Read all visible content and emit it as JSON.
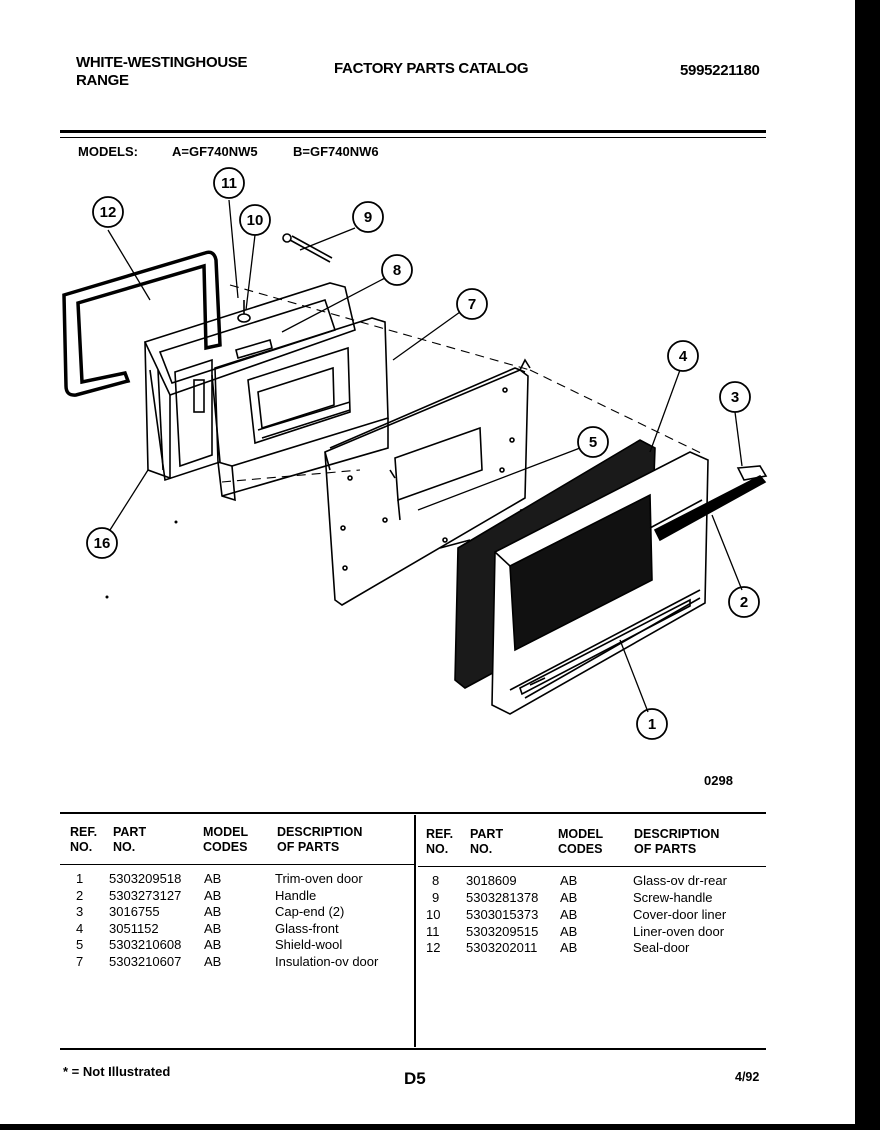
{
  "header": {
    "brand_line1": "WHITE-WESTINGHOUSE",
    "brand_line2": "RANGE",
    "catalog_title": "FACTORY PARTS CATALOG",
    "catalog_number": "5995221180"
  },
  "models": {
    "label": "MODELS:",
    "model_a": "A=GF740NW5",
    "model_b": "B=GF740NW6"
  },
  "diagram": {
    "code": "0298",
    "callouts": [
      "1",
      "2",
      "3",
      "4",
      "5",
      "7",
      "8",
      "9",
      "10",
      "11",
      "12",
      "16"
    ]
  },
  "table": {
    "headers": {
      "ref": [
        "REF.",
        "NO."
      ],
      "part": [
        "PART",
        "NO."
      ],
      "model": [
        "MODEL",
        "CODES"
      ],
      "desc": [
        "DESCRIPTION",
        "OF PARTS"
      ]
    },
    "left_rows": [
      {
        "ref": "1",
        "part": "5303209518",
        "codes": "AB",
        "desc": "Trim-oven door"
      },
      {
        "ref": "2",
        "part": "5303273127",
        "codes": "AB",
        "desc": "Handle"
      },
      {
        "ref": "3",
        "part": "3016755",
        "codes": "AB",
        "desc": "Cap-end (2)"
      },
      {
        "ref": "4",
        "part": "3051152",
        "codes": "AB",
        "desc": "Glass-front"
      },
      {
        "ref": "5",
        "part": "5303210608",
        "codes": "AB",
        "desc": "Shield-wool"
      },
      {
        "ref": "7",
        "part": "5303210607",
        "codes": "AB",
        "desc": "Insulation-ov door"
      }
    ],
    "right_rows": [
      {
        "ref": "8",
        "part": "3018609",
        "codes": "AB",
        "desc": "Glass-ov dr-rear"
      },
      {
        "ref": "9",
        "part": "5303281378",
        "codes": "AB",
        "desc": "Screw-handle"
      },
      {
        "ref": "10",
        "part": "5303015373",
        "codes": "AB",
        "desc": "Cover-door liner"
      },
      {
        "ref": "11",
        "part": "5303209515",
        "codes": "AB",
        "desc": "Liner-oven door"
      },
      {
        "ref": "12",
        "part": "5303202011",
        "codes": "AB",
        "desc": "Seal-door"
      }
    ]
  },
  "footer": {
    "note": "* = Not Illustrated",
    "page": "D5",
    "date": "4/92"
  }
}
